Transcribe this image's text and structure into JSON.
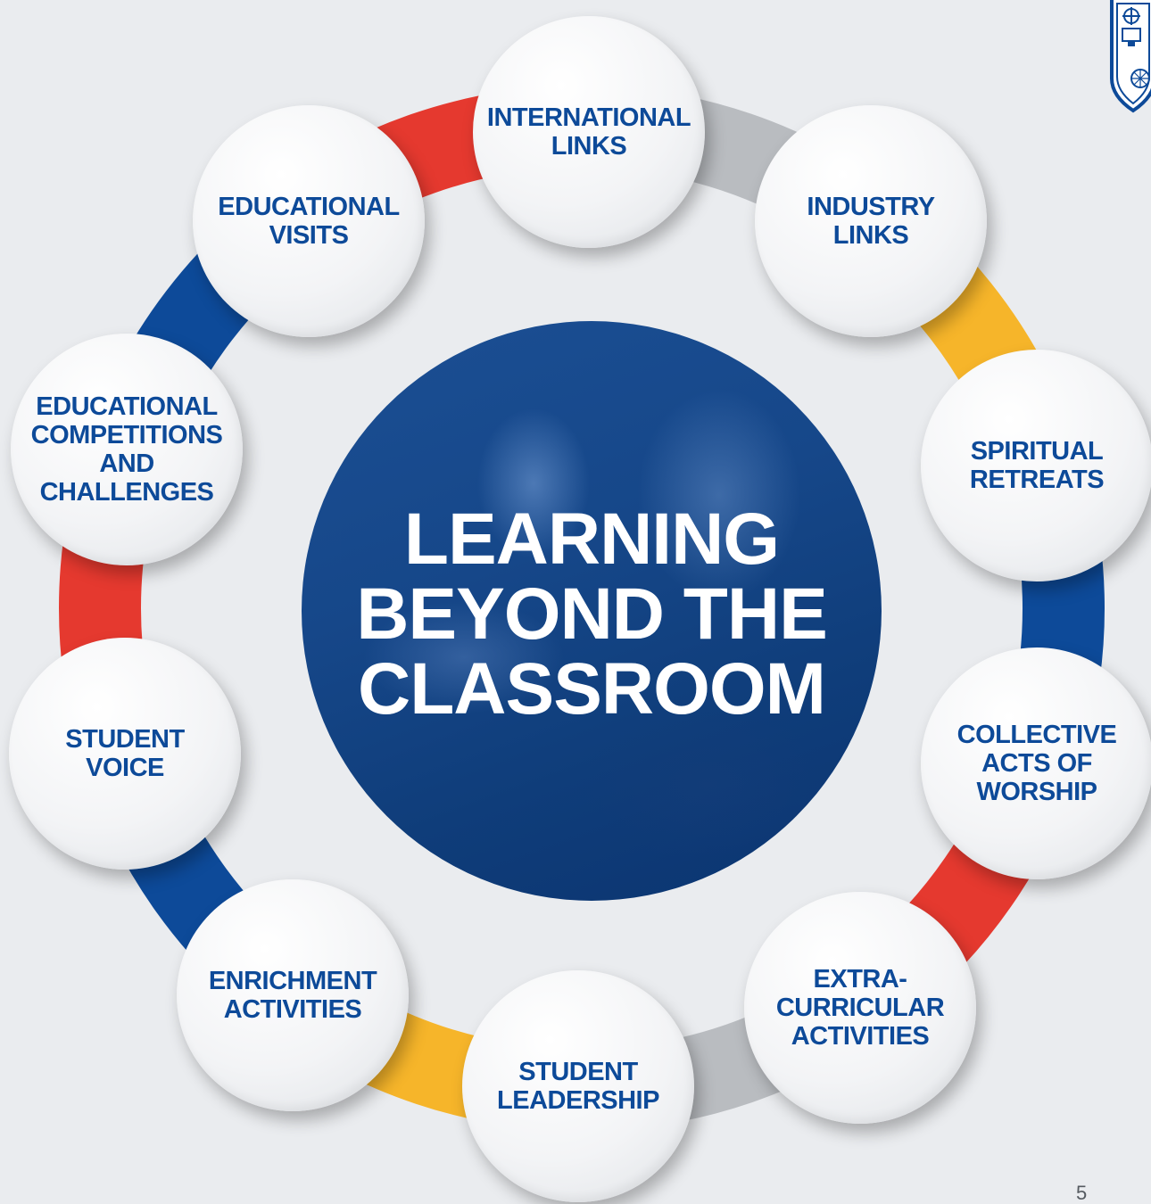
{
  "center": {
    "title": "LEARNING\nBEYOND THE\nCLASSROOM"
  },
  "nodes": [
    {
      "id": "international-links",
      "label": "INTERNATIONAL\nLINKS"
    },
    {
      "id": "industry-links",
      "label": "INDUSTRY\nLINKS"
    },
    {
      "id": "spiritual-retreats",
      "label": "SPIRITUAL\nRETREATS"
    },
    {
      "id": "collective-acts-of-worship",
      "label": "COLLECTIVE\nACTS OF\nWORSHIP"
    },
    {
      "id": "extra-curricular-activities",
      "label": "EXTRA-\nCURRICULAR\nACTIVITIES"
    },
    {
      "id": "student-leadership",
      "label": "STUDENT\nLEADERSHIP"
    },
    {
      "id": "enrichment-activities",
      "label": "ENRICHMENT\nACTIVITIES"
    },
    {
      "id": "student-voice",
      "label": "STUDENT\nVOICE"
    },
    {
      "id": "educational-competitions-and-challenges",
      "label": "EDUCATIONAL\nCOMPETITIONS\nAND\nCHALLENGES"
    },
    {
      "id": "educational-visits",
      "label": "EDUCATIONAL\nVISITS"
    }
  ],
  "ring_segments": [
    {
      "between": [
        "international-links",
        "industry-links"
      ],
      "color": "#b9bcc0"
    },
    {
      "between": [
        "industry-links",
        "spiritual-retreats"
      ],
      "color": "#f6b52a"
    },
    {
      "between": [
        "spiritual-retreats",
        "collective-acts-of-worship"
      ],
      "color": "#0d4a99"
    },
    {
      "between": [
        "collective-acts-of-worship",
        "extra-curricular-activities"
      ],
      "color": "#e5392f"
    },
    {
      "between": [
        "extra-curricular-activities",
        "student-leadership"
      ],
      "color": "#b9bcc0"
    },
    {
      "between": [
        "student-leadership",
        "enrichment-activities"
      ],
      "color": "#f6b52a"
    },
    {
      "between": [
        "enrichment-activities",
        "student-voice"
      ],
      "color": "#0d4a99"
    },
    {
      "between": [
        "student-voice",
        "educational-competitions-and-challenges"
      ],
      "color": "#e5392f"
    },
    {
      "between": [
        "educational-competitions-and-challenges",
        "educational-visits"
      ],
      "color": "#0d4a99"
    },
    {
      "between": [
        "educational-visits",
        "international-links"
      ],
      "color": "#e5392f"
    }
  ],
  "colors": {
    "text_blue": "#0d4a99",
    "background": "#eaecef"
  },
  "page_number": "5"
}
